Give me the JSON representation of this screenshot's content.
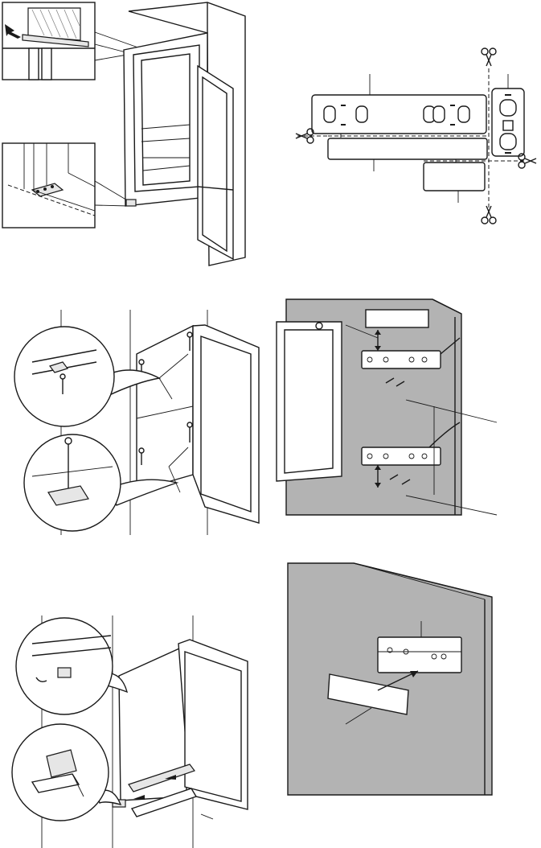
{
  "figures": [
    {
      "id": "fig-cabinet-fitting",
      "panel": 1
    },
    {
      "id": "fig-cut-template",
      "panel": 2
    },
    {
      "id": "fig-screw-hinges",
      "panel": 3
    },
    {
      "id": "fig-door-brackets",
      "panel": 4
    },
    {
      "id": "fig-bottom-clips",
      "panel": 5
    },
    {
      "id": "fig-door-label-place",
      "panel": 6
    }
  ],
  "icons": [
    "scissors-icon",
    "arrow-icon"
  ],
  "colors": {
    "line": "#1a1a1a",
    "panel_grey": "#b3b3b3",
    "light_grey": "#e6e6e6",
    "background": "#ffffff"
  }
}
